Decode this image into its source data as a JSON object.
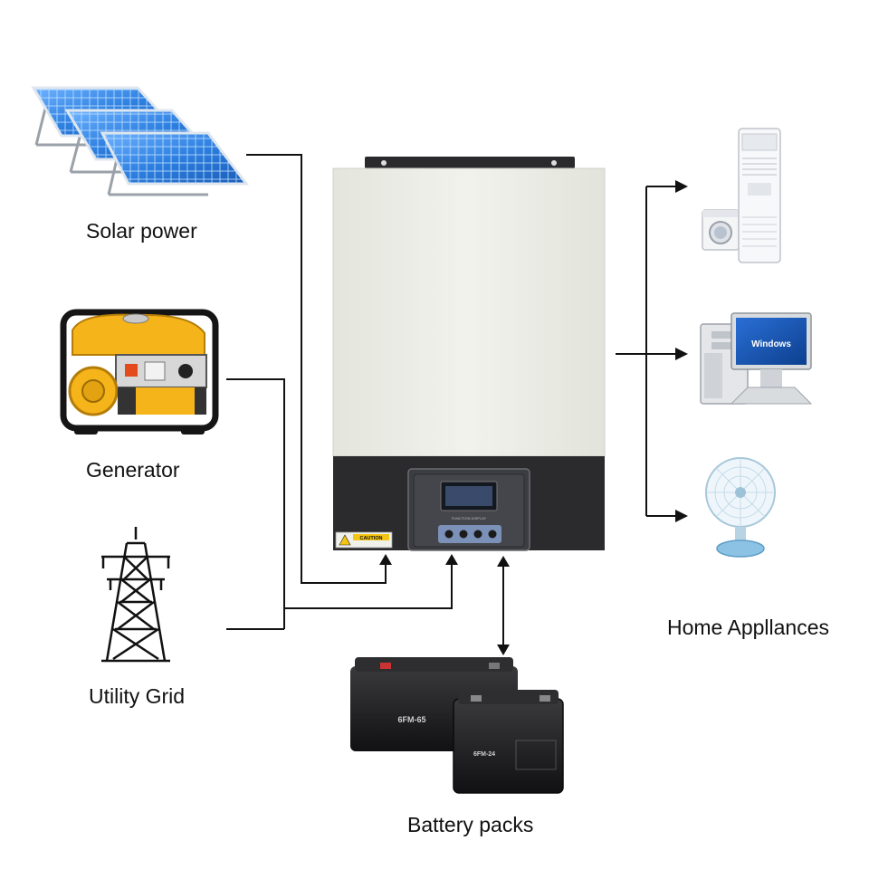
{
  "sources": {
    "solar_label": "Solar power",
    "generator_label": "Generator",
    "grid_label": "Utility Grid"
  },
  "outputs": {
    "home_label": "Home Appllances"
  },
  "storage": {
    "battery_label": "Battery packs",
    "battery_large_model": "6FM-65",
    "battery_small_model": "6FM-24"
  },
  "inverter": {
    "panel_caption": "FUNCTION DISPLAY",
    "caution_text": "CAUTION"
  },
  "computer": {
    "screen_text": "Windows"
  },
  "icons": {
    "solar": "solar-panel-icon",
    "generator": "generator-icon",
    "grid": "power-tower-icon",
    "ac": "air-conditioner-icon",
    "washer": "washing-machine-icon",
    "computer": "desktop-computer-icon",
    "fan": "electric-fan-icon",
    "battery": "battery-icon",
    "inverter": "inverter-icon"
  },
  "colors": {
    "line": "#111111",
    "solar_blue": "#2d7fe0",
    "generator_yellow": "#f4b41a",
    "inverter_white": "#ecede6",
    "inverter_dark": "#2b2b2e",
    "battery_black": "#1c1c1e"
  }
}
